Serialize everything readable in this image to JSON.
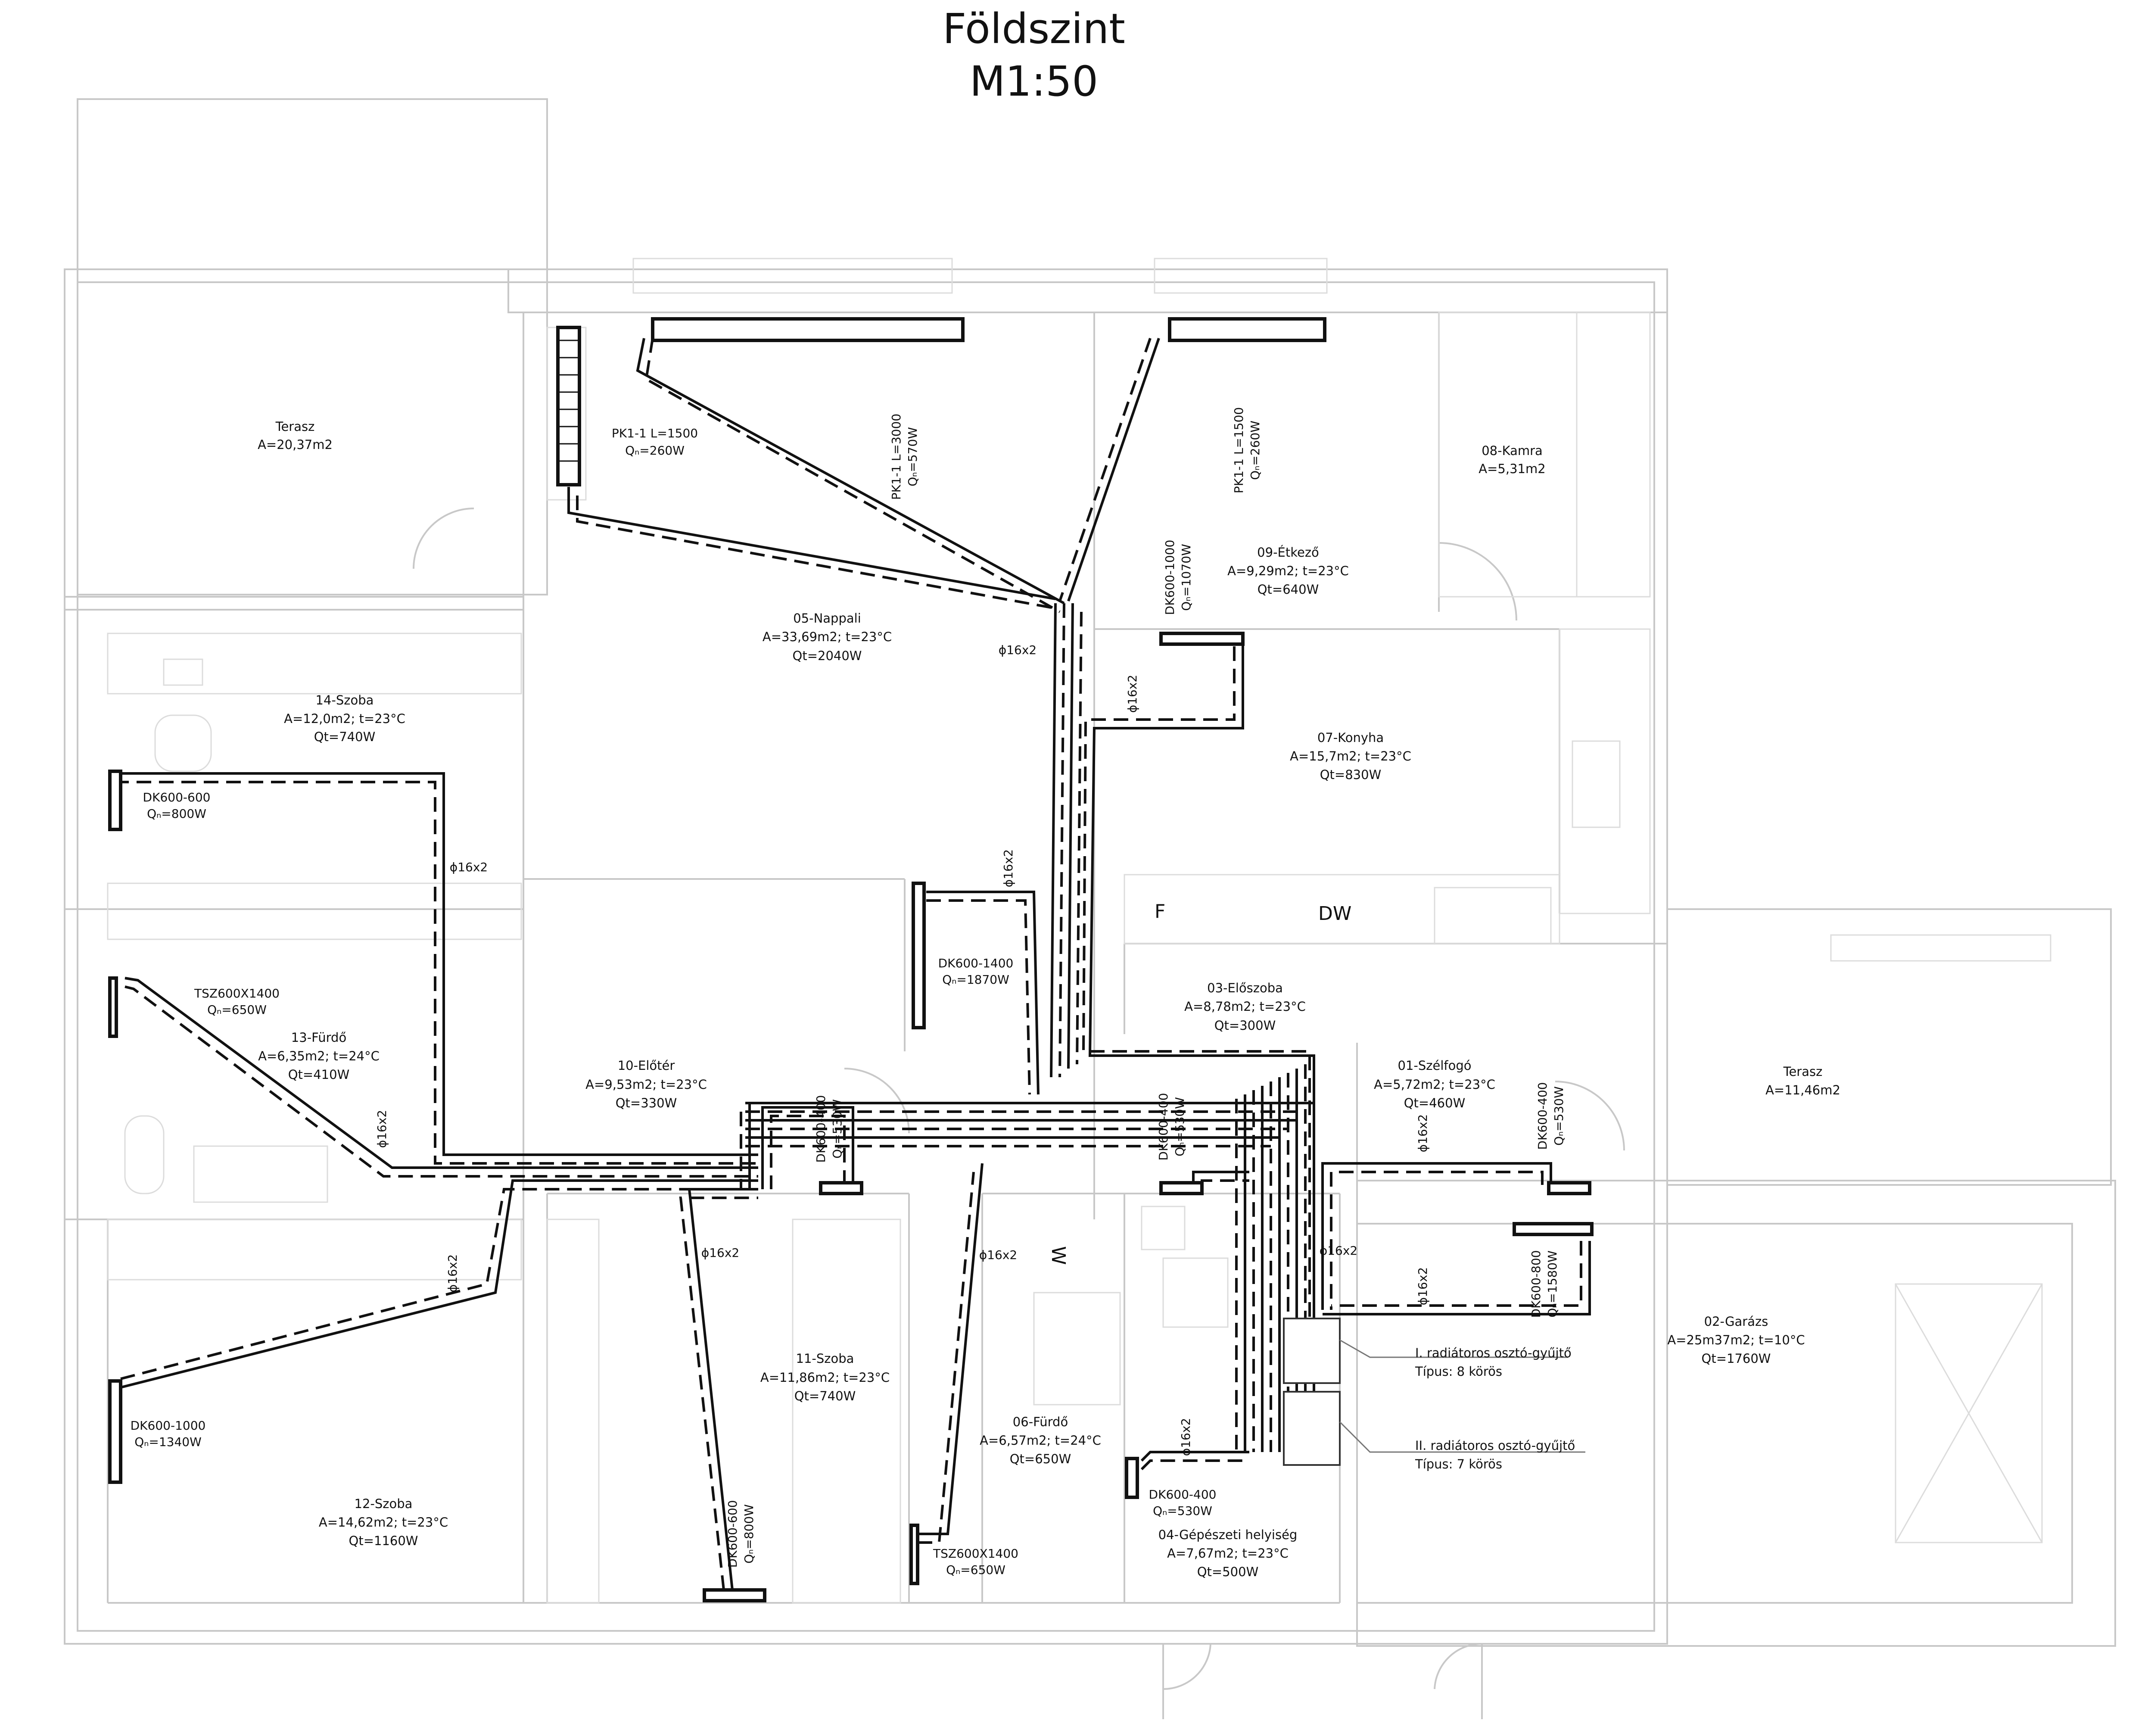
{
  "header": {
    "title": "Földszint",
    "scale": "M1:50"
  },
  "rooms": [
    {
      "id": "terasz-nw",
      "name": "Terasz",
      "area": "A=20,37m2",
      "heat": ""
    },
    {
      "id": "05",
      "name": "05-Nappali",
      "area": "A=33,69m2; t=23°C",
      "heat": "Qt=2040W"
    },
    {
      "id": "08",
      "name": "08-Kamra",
      "area": "A=5,31m2",
      "heat": ""
    },
    {
      "id": "09",
      "name": "09-Étkező",
      "area": "A=9,29m2; t=23°C",
      "heat": "Qt=640W"
    },
    {
      "id": "14",
      "name": "14-Szoba",
      "area": "A=12,0m2; t=23°C",
      "heat": "Qt=740W"
    },
    {
      "id": "07",
      "name": "07-Konyha",
      "area": "A=15,7m2; t=23°C",
      "heat": "Qt=830W"
    },
    {
      "id": "03",
      "name": "03-Előszoba",
      "area": "A=8,78m2; t=23°C",
      "heat": "Qt=300W"
    },
    {
      "id": "13",
      "name": "13-Fürdő",
      "area": "A=6,35m2; t=24°C",
      "heat": "Qt=410W"
    },
    {
      "id": "10",
      "name": "10-Előtér",
      "area": "A=9,53m2; t=23°C",
      "heat": "Qt=330W"
    },
    {
      "id": "01",
      "name": "01-Szélfogó",
      "area": "A=5,72m2; t=23°C",
      "heat": "Qt=460W"
    },
    {
      "id": "terasz-e",
      "name": "Terasz",
      "area": "A=11,46m2",
      "heat": ""
    },
    {
      "id": "11",
      "name": "11-Szoba",
      "area": "A=11,86m2; t=23°C",
      "heat": "Qt=740W"
    },
    {
      "id": "02",
      "name": "02-Garázs",
      "area": "A=25m37m2; t=10°C",
      "heat": "Qt=1760W"
    },
    {
      "id": "06",
      "name": "06-Fürdő",
      "area": "A=6,57m2; t=24°C",
      "heat": "Qt=650W"
    },
    {
      "id": "12",
      "name": "12-Szoba",
      "area": "A=14,62m2; t=23°C",
      "heat": "Qt=1160W"
    },
    {
      "id": "04",
      "name": "04-Gépészeti helyiség",
      "area": "A=7,67m2; t=23°C",
      "heat": "Qt=500W"
    }
  ],
  "radiators": [
    {
      "id": "r1",
      "type": "PK1-1 L=1500",
      "q": "Qₙ=260W"
    },
    {
      "id": "r2",
      "type": "PK1-1 L=3000",
      "q": "Qₙ=570W"
    },
    {
      "id": "r3",
      "type": "PK1-1 L=1500",
      "q": "Qₙ=260W"
    },
    {
      "id": "r4",
      "type": "DK600-1000",
      "q": "Qₙ=1070W"
    },
    {
      "id": "r5",
      "type": "DK600-600",
      "q": "Qₙ=800W"
    },
    {
      "id": "r6",
      "type": "DK600-1400",
      "q": "Qₙ=1870W"
    },
    {
      "id": "r7",
      "type": "TSZ600X1400",
      "q": "Qₙ=650W"
    },
    {
      "id": "r8",
      "type": "DK600-400",
      "q": "Qₙ=530W"
    },
    {
      "id": "r9",
      "type": "DK600-400",
      "q": "Qₙ=530W"
    },
    {
      "id": "r10",
      "type": "DK600-400",
      "q": "Qₙ=530W"
    },
    {
      "id": "r11",
      "type": "DK600-800",
      "q": "Qₙ=1580W"
    },
    {
      "id": "r12",
      "type": "DK600-1000",
      "q": "Qₙ=1340W"
    },
    {
      "id": "r13",
      "type": "DK600-600",
      "q": "Qₙ=800W"
    },
    {
      "id": "r14",
      "type": "TSZ600X1400",
      "q": "Qₙ=650W"
    },
    {
      "id": "r15",
      "type": "DK600-400",
      "q": "Qₙ=530W"
    }
  ],
  "pipe_label": "ϕ16x2",
  "manifolds": [
    {
      "name": "I. radiátoros osztó-gyűjtő",
      "type": "Típus: 8 körös"
    },
    {
      "name": "II. radiátoros osztó-gyűjtő",
      "type": "Típus: 7 körös"
    }
  ],
  "fixture_marks": {
    "fridge": "F",
    "dishwasher": "DW",
    "washer": "W"
  }
}
